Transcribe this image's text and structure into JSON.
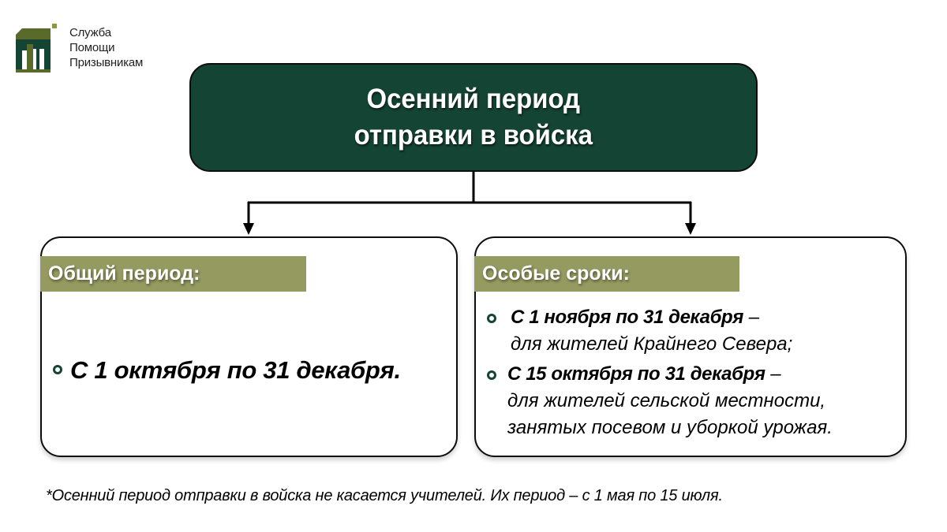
{
  "logo": {
    "lines": [
      "Служба",
      "Помощи",
      "Призывникам"
    ],
    "colors": {
      "dark": "#144433",
      "olive": "#5a6a2a",
      "accent": "#8a9a3a"
    }
  },
  "title": {
    "line1": "Осенний период",
    "line2": "отправки в войска",
    "background": "#144433"
  },
  "panels": {
    "general": {
      "header": "Общий период:",
      "items": [
        {
          "text": "С 1 октября по 31 декабря."
        }
      ]
    },
    "special": {
      "header": "Особые сроки:",
      "items": [
        {
          "bold": "С 1 ноября по 31 декабря",
          "dash": " –",
          "description": "для жителей Крайнего Севера;"
        },
        {
          "bold": "С 15 октября по 31 декабря",
          "dash": " –",
          "description_line1": "для жителей сельской местности,",
          "description_line2": "занятых посевом и уборкой урожая."
        }
      ]
    },
    "header_color": "#949a60"
  },
  "footnote": "*Осенний период отправки в войска не касается учителей. Их период – с 1 мая по 15 июля."
}
